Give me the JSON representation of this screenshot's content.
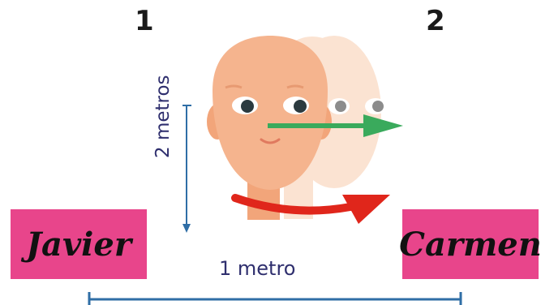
{
  "positions": {
    "left": "1",
    "right": "2"
  },
  "people": {
    "left_name": "Javier",
    "right_name": "Carmen"
  },
  "distances": {
    "vertical": "2 metros",
    "horizontal": "1 metro"
  },
  "colors": {
    "card": "#e8458b",
    "distance_line": "#2f6ea6",
    "distance_text": "#2f2f6e",
    "gaze_arrow": "#3aaa5c",
    "turn_arrow": "#e0261b",
    "skin": "#f5b48e",
    "skin_faded": "#fbe3d2"
  },
  "icons": {
    "head_front": "head-icon",
    "head_turned": "head-faded-icon",
    "gaze": "green-arrow-icon",
    "turn": "red-curved-arrow-icon"
  }
}
